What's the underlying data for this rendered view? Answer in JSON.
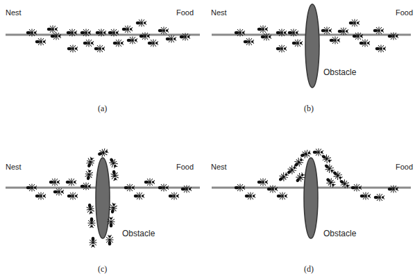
{
  "diagram": {
    "labels": [
      "Nest",
      "Food",
      "(a)",
      "Nest",
      "Food",
      "Obstacle",
      "(b)",
      "Nest",
      "Food",
      "Obstacle",
      "(c)",
      "Nest",
      "Food",
      "Obstacle",
      "(d)"
    ]
  }
}
